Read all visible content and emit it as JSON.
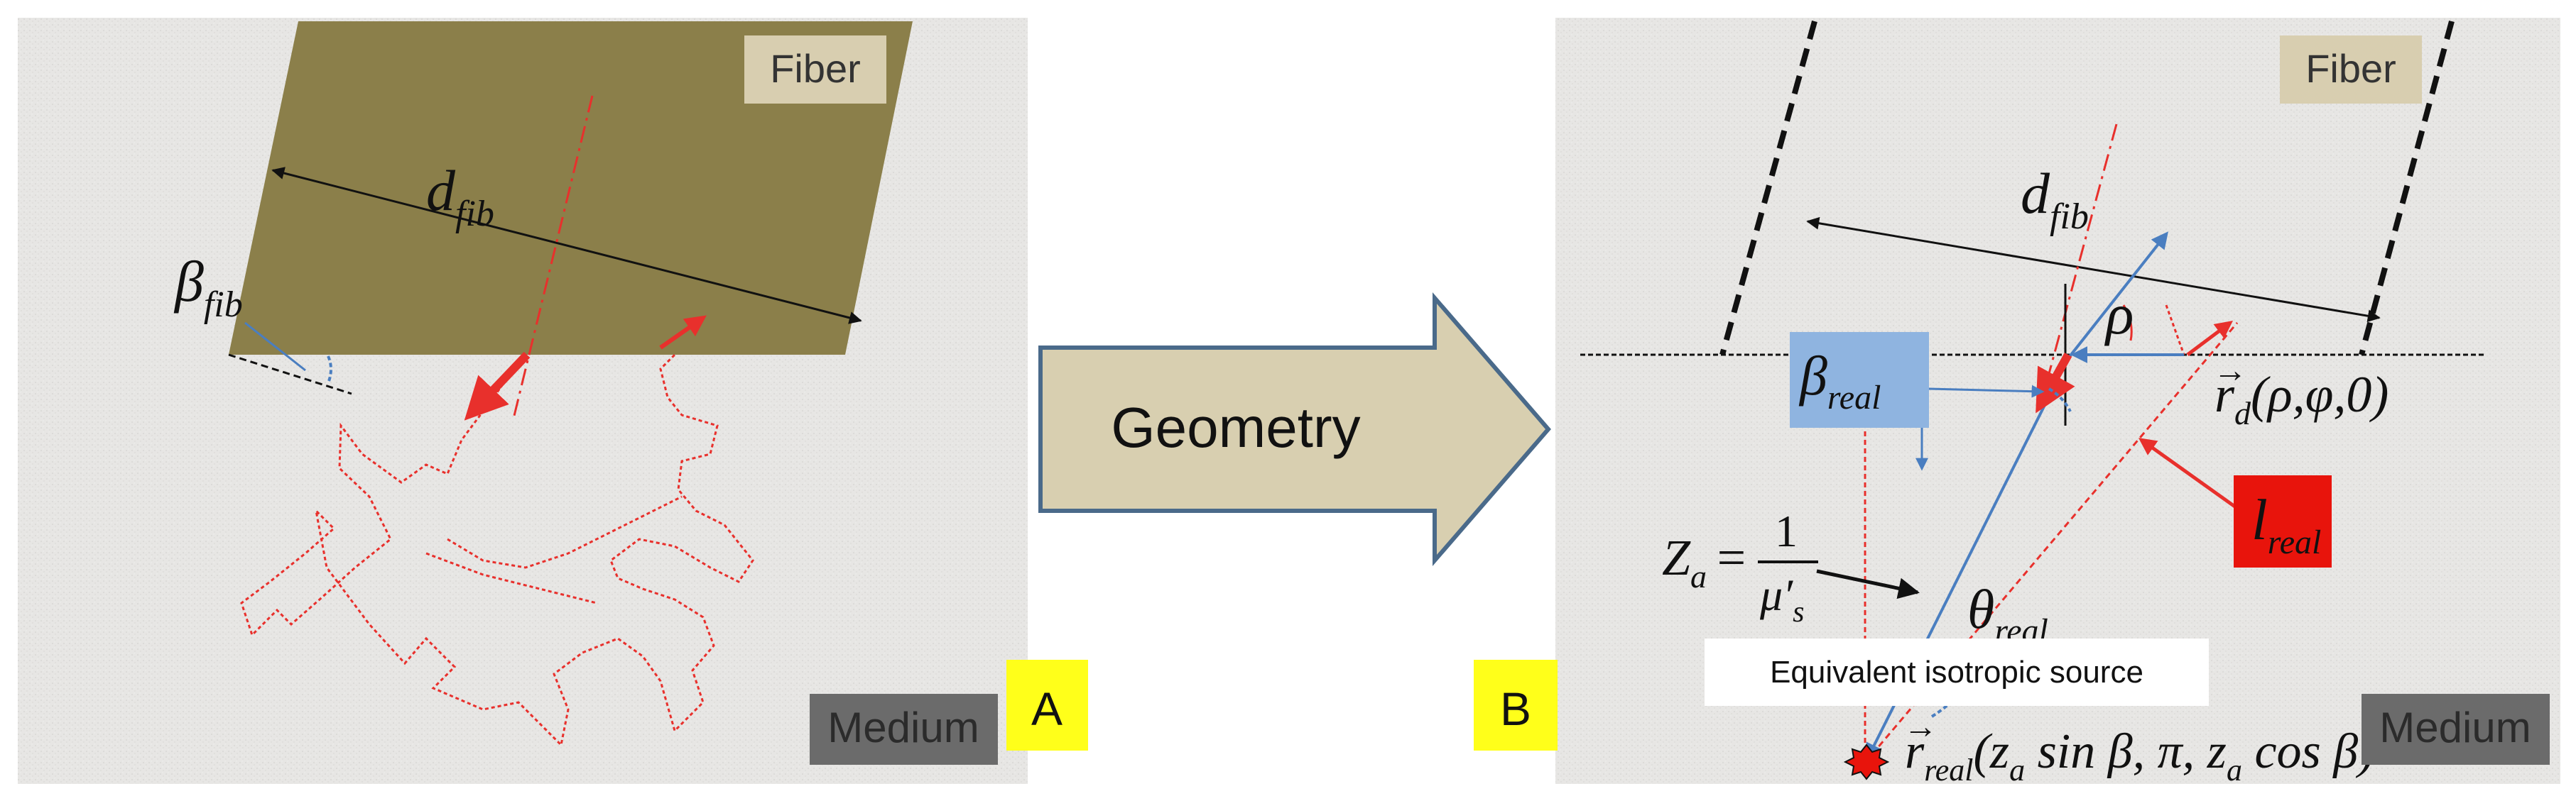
{
  "panel_a": {
    "fiber_label": "Fiber",
    "medium_label": "Medium",
    "panel_letter": "A",
    "fiber_diameter_symbol": "d",
    "fiber_diameter_subscript": "fib",
    "fiber_angle_symbol": "β",
    "fiber_angle_subscript": "fib"
  },
  "arrow": {
    "label": "Geometry"
  },
  "panel_b": {
    "fiber_label": "Fiber",
    "medium_label": "Medium",
    "panel_letter": "B",
    "fiber_diameter_symbol": "d",
    "fiber_diameter_subscript": "fib",
    "beta_real_symbol": "β",
    "beta_real_subscript": "real",
    "theta_real_symbol": "θ",
    "theta_real_subscript": "real",
    "l_real_symbol": "l",
    "l_real_subscript": "real",
    "rho_symbol": "ρ",
    "rd_vector": "r",
    "rd_subscript": "d",
    "rd_args": "(ρ,φ,0)",
    "za_lhs": "Z",
    "za_sub": "a",
    "za_eq": "=",
    "za_num": "1",
    "za_den": "μ′",
    "za_den_sub": "s",
    "r_real_vector": "r",
    "r_real_subscript": "real",
    "r_real_args": "(z",
    "r_real_args_sub": "a",
    "r_real_args_rest": " sin β, π, z",
    "r_real_args_sub2": "a",
    "r_real_args_end": " cos β)",
    "source_caption": "Equivalent isotropic source"
  },
  "colors": {
    "fiber_fill": "#8b7f4a",
    "fiber_label_bg": "#d8ceb0",
    "medium_label_bg": "#6b6b6b",
    "panel_letter_bg": "#ffff1a",
    "arrow_fill": "#d8cfb0",
    "arrow_stroke": "#4a6a8a",
    "photon_path": "#e8302c",
    "beta_box": "#8fb4e0",
    "l_box": "#e8140c",
    "blue_ray": "#4a7ec0",
    "background_medium": "#e9e8e6"
  }
}
